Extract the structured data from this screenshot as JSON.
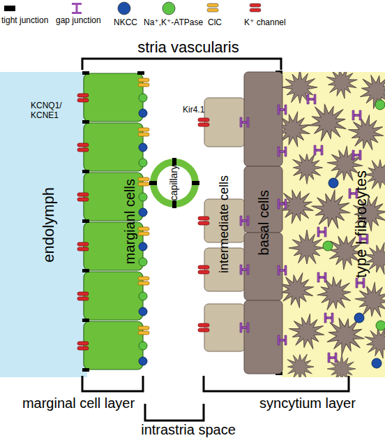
{
  "diagram": {
    "nodes": [
      {
        "text": [
          "endolymph"
        ]
      },
      {
        "text": [
          "margianl cells"
        ]
      },
      {
        "text": [
          "capillary"
        ]
      },
      {
        "text": [
          "intermediate cells"
        ]
      },
      {
        "text": [
          "basal cells"
        ]
      },
      {
        "text": [
          "type I fibrocytes"
        ]
      }
    ],
    "labels": [
      "stria vascularis",
      "KCNQ1/ KCNE1",
      "Kir4.1",
      "marginal cell layer",
      "intrastria space",
      "syncytium layer"
    ],
    "legend": [
      {
        "text": "tight junction",
        "color": "#000000"
      },
      {
        "text": "gap junction",
        "color": "#9b4fb3"
      },
      {
        "text": "NKCC",
        "color": "#1d4fa8"
      },
      {
        "text": "Na⁺,K⁺-ATPase",
        "color": "#5ec445"
      },
      {
        "text": "ClC",
        "color": "#f2b731"
      },
      {
        "text": "K⁺ channel",
        "color": "#d9262b"
      }
    ]
  }
}
